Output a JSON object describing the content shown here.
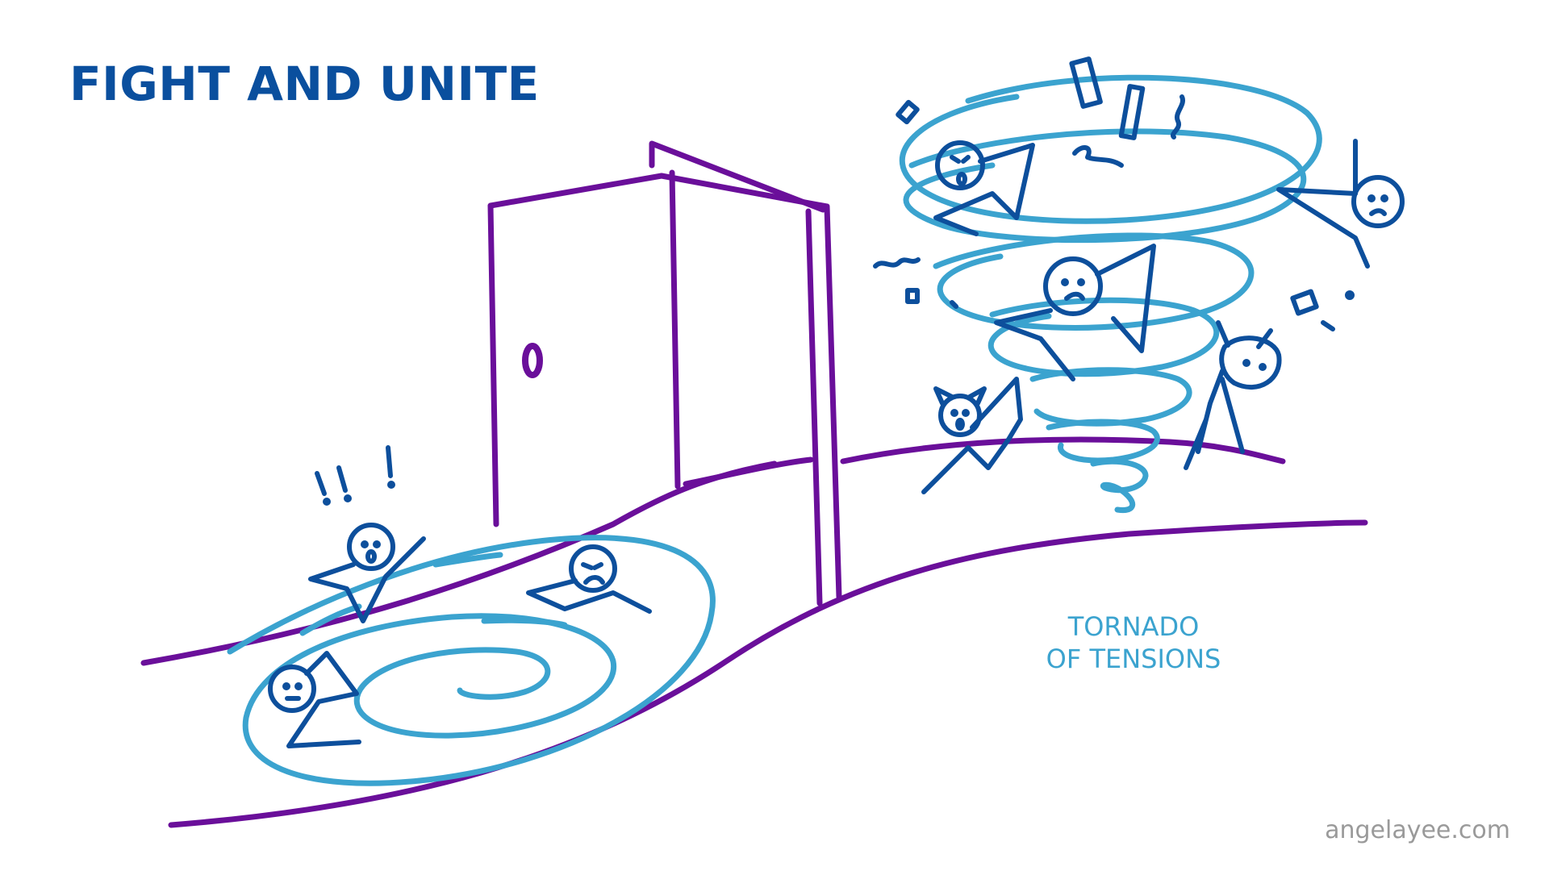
{
  "title": "FIGHT AND UNITE",
  "caption": {
    "line1": "TORNADO",
    "line2": "OF TENSIONS"
  },
  "footer": "angelayee.com",
  "colors": {
    "title": "#0a4f9e",
    "purple": "#6a0f9a",
    "light_blue": "#3ba3cf",
    "dark_blue": "#0d4f9c",
    "footer": "#9a9a9a"
  }
}
